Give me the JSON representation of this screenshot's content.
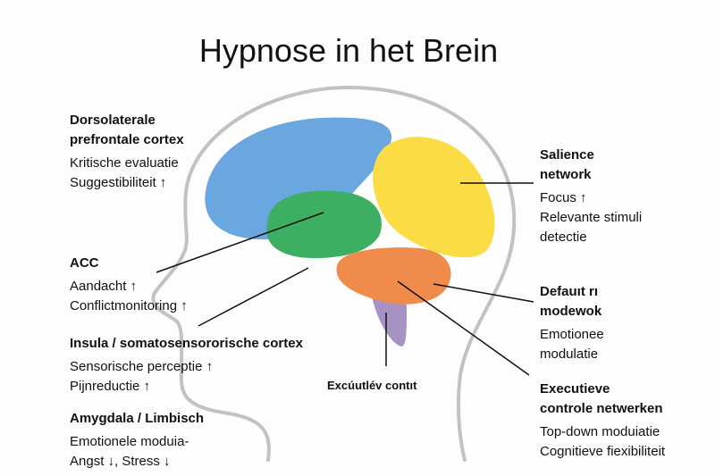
{
  "title": "Hypnose in het Brein",
  "labels": {
    "dlpfc": {
      "heading": [
        "Dorsolaterale",
        "prefrontale cortex"
      ],
      "lines": [
        "Kritische evaluatie",
        "Suggestibiliteit ↑"
      ]
    },
    "acc": {
      "heading": [
        "ACC"
      ],
      "lines": [
        "Aandacht ↑",
        "Conflictmonitoring ↑"
      ]
    },
    "insula": {
      "heading": [
        "Insula / somatosensororische cortex"
      ],
      "lines": [
        "Sensorische perceptie ↑",
        "Pijnreductie ↑"
      ]
    },
    "amygdala": {
      "heading": [
        "Amygdala / Limbisch"
      ],
      "lines": [
        "Emotionele moduia-",
        "Angst ↓, Stress ↓"
      ]
    },
    "salience": {
      "heading": [
        "Salience",
        "network"
      ],
      "lines": [
        "Focus ↑",
        "Relevante stimuli",
        "detectie"
      ]
    },
    "dmn": {
      "heading": [
        "Defauıt rı",
        "modewok"
      ],
      "lines": [
        "Emotionee",
        "modulatie"
      ]
    },
    "executive": {
      "heading": [
        "Executieve",
        "controle netwerken"
      ],
      "lines": [
        "Top-down moduiatie",
        "Cognitieve fiexibiliteit"
      ]
    },
    "center": {
      "heading": [
        "Excúutlév contıt"
      ]
    }
  },
  "colors": {
    "prefrontal": "#6aa6df",
    "salience": "#fbdc45",
    "acc": "#3caf62",
    "dmn": "#ef8b4b",
    "brainstem": "#a892c4",
    "outline": "#c4c2c0"
  }
}
